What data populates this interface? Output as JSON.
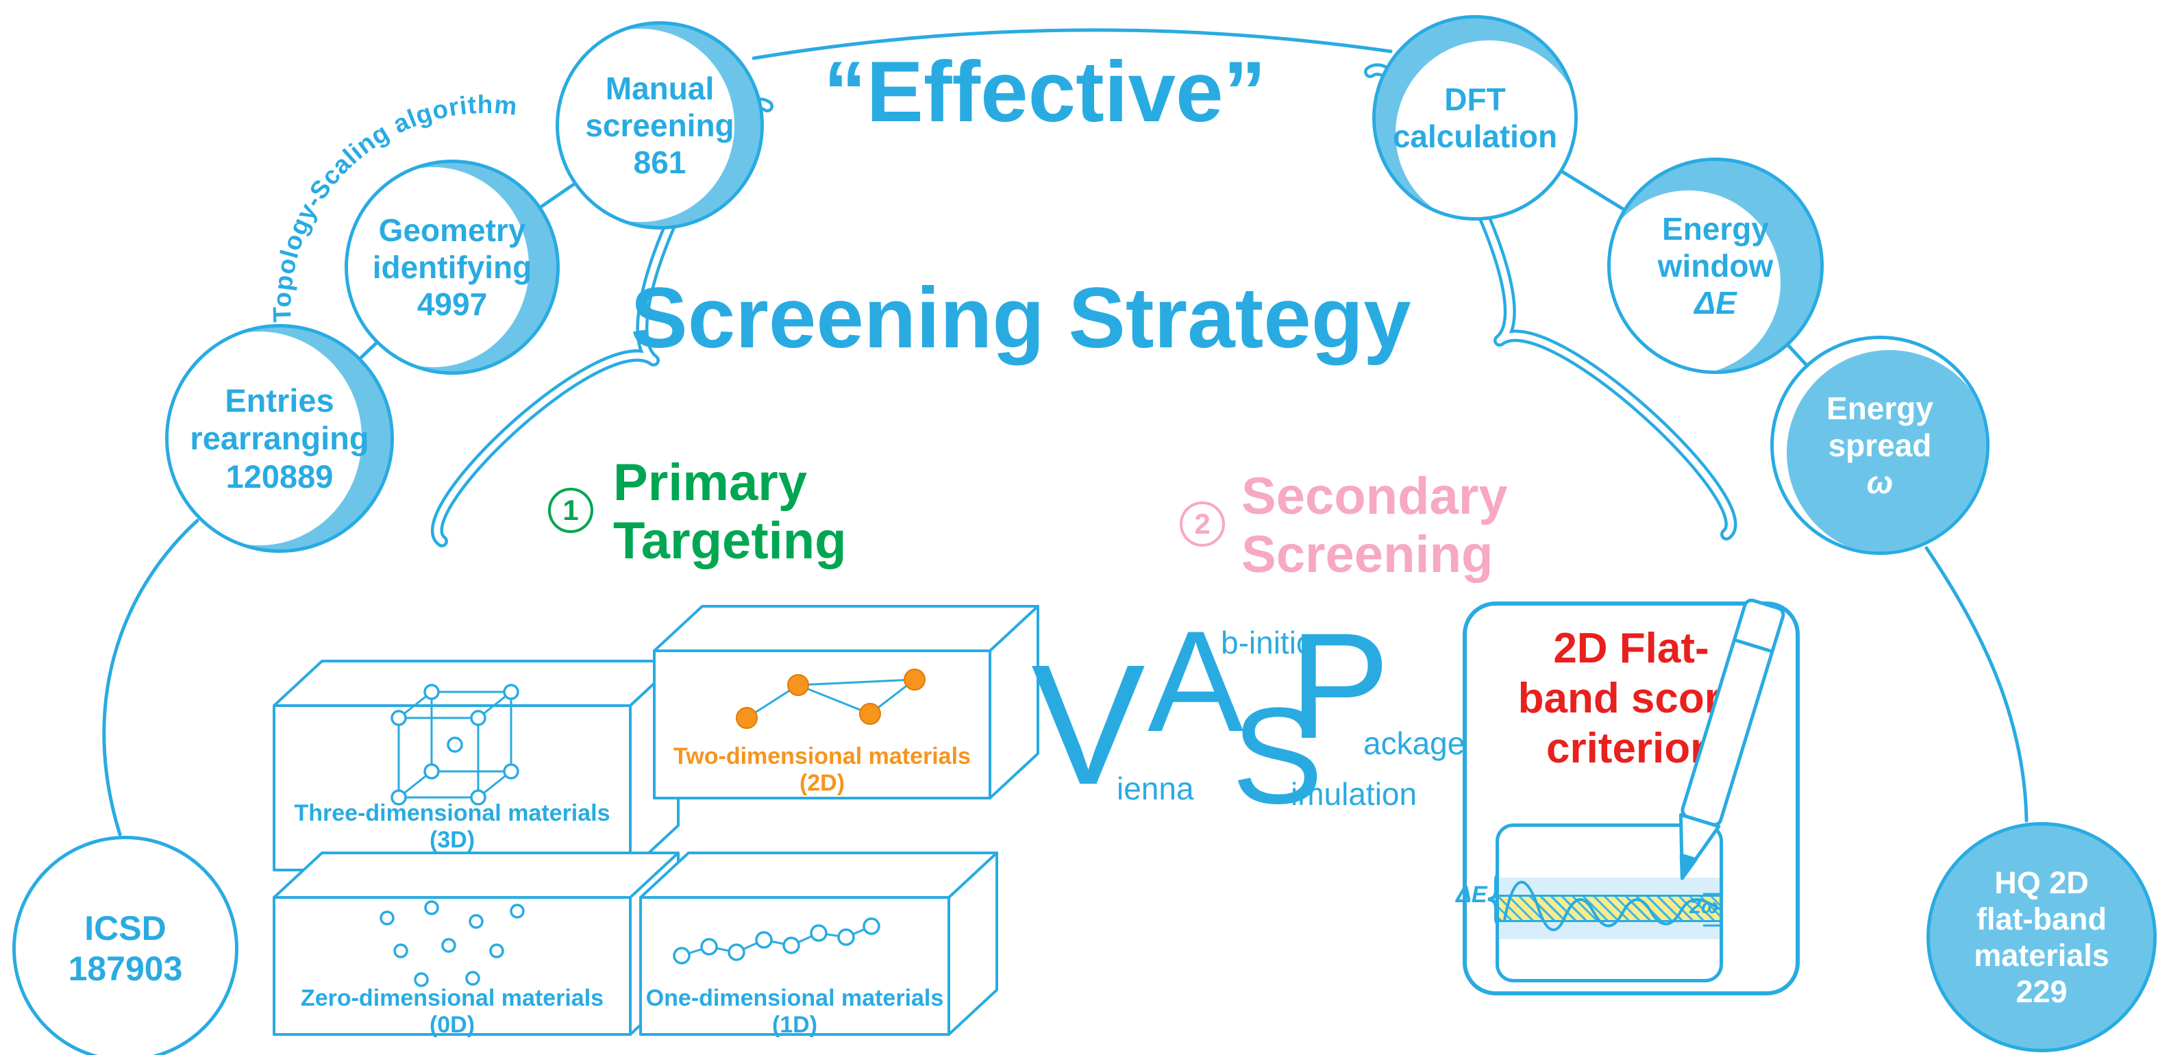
{
  "colors": {
    "blue": "#29ABE2",
    "light_blue": "#6CC5E9",
    "green": "#00A651",
    "pink": "#F7A8C4",
    "orange": "#F7941E",
    "red": "#E8201E"
  },
  "title": {
    "line1": "“Effective”",
    "line2": "Screening Strategy"
  },
  "arc_label": "Topology-Scaling algorithm",
  "decor": {
    "brace_left": "",
    "brace_right": ""
  },
  "nodes": {
    "icsd": {
      "lines": [
        "ICSD",
        "187903"
      ]
    },
    "entries": {
      "lines": [
        "Entries",
        "rearranging",
        "120889"
      ]
    },
    "geometry": {
      "lines": [
        "Geometry",
        "identifying",
        "4997"
      ]
    },
    "manual": {
      "lines": [
        "Manual",
        "screening",
        "861"
      ]
    },
    "dft": {
      "lines": [
        "DFT",
        "calculation"
      ]
    },
    "window": {
      "lines": [
        "Energy",
        "window",
        "ΔE"
      ]
    },
    "spread": {
      "lines": [
        "Energy",
        "spread",
        "ω"
      ]
    },
    "hq": {
      "lines": [
        "HQ 2D",
        "flat-band",
        "materials",
        "229"
      ]
    }
  },
  "primary": {
    "number": "1",
    "title_line1": "Primary",
    "title_line2": "Targeting"
  },
  "secondary": {
    "number": "2",
    "title_line1": "Secondary",
    "title_line2": "Screening"
  },
  "boxes": {
    "three_d": {
      "label": "Three-dimensional materials",
      "dim": "(3D)"
    },
    "zero_d": {
      "label": "Zero-dimensional materials",
      "dim": "(0D)"
    },
    "one_d": {
      "label": "One-dimensional materials",
      "dim": "(1D)"
    },
    "two_d": {
      "label": "Two-dimensional materials",
      "dim": "(2D)"
    }
  },
  "vasp": {
    "v": "V",
    "ienna": "ienna",
    "a": "A",
    "b_initio": "b-initio",
    "s": "S",
    "imulation": "imulation",
    "p": "P",
    "ackage": "ackage"
  },
  "criterion": {
    "lines": [
      "2D Flat-",
      "band score",
      "criterion"
    ],
    "delta_e": "ΔE",
    "brace": "{",
    "two_omega": "2ω"
  }
}
